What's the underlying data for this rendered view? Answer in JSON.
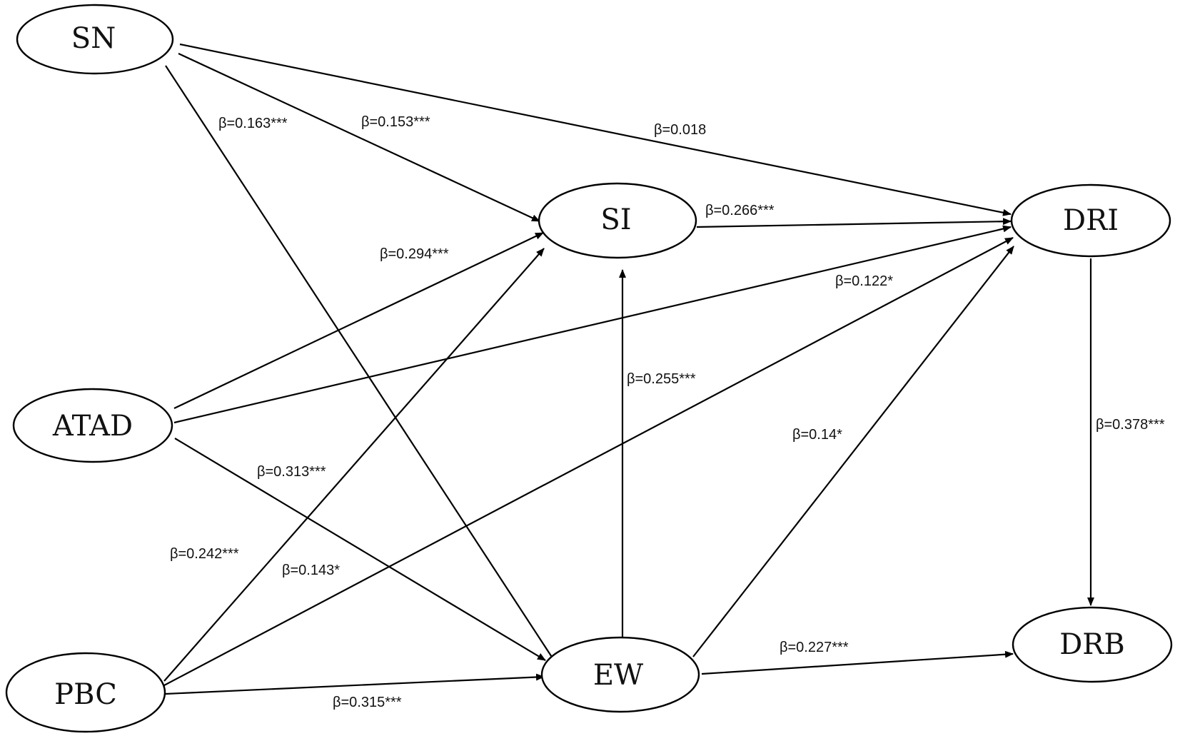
{
  "nodes": {
    "SN": {
      "label": "SN"
    },
    "ATAD": {
      "label": "ATAD"
    },
    "PBC": {
      "label": "PBC"
    },
    "SI": {
      "label": "SI"
    },
    "EW": {
      "label": "EW"
    },
    "DRI": {
      "label": "DRI"
    },
    "DRB": {
      "label": "DRB"
    }
  },
  "edges": [
    {
      "from": "SN",
      "to": "EW",
      "label": "β=0.163***"
    },
    {
      "from": "SN",
      "to": "SI",
      "label": "β=0.153***"
    },
    {
      "from": "SN",
      "to": "DRI",
      "label": "β=0.018"
    },
    {
      "from": "SI",
      "to": "DRI",
      "label": "β=0.266***"
    },
    {
      "from": "ATAD",
      "to": "SI",
      "label": "β=0.294***"
    },
    {
      "from": "ATAD",
      "to": "DRI",
      "label": "β=0.122*"
    },
    {
      "from": "EW",
      "to": "SI",
      "label": "β=0.255***"
    },
    {
      "from": "DRI",
      "to": "DRB",
      "label": "β=0.378***"
    },
    {
      "from": "EW",
      "to": "DRI",
      "label": "β=0.14*"
    },
    {
      "from": "ATAD",
      "to": "EW",
      "label": "β=0.313***"
    },
    {
      "from": "PBC",
      "to": "SI",
      "label": "β=0.242***"
    },
    {
      "from": "PBC",
      "to": "DRI",
      "label": "β=0.143*"
    },
    {
      "from": "EW",
      "to": "DRB",
      "label": "β=0.227***"
    },
    {
      "from": "PBC",
      "to": "EW",
      "label": "β=0.315***"
    }
  ]
}
